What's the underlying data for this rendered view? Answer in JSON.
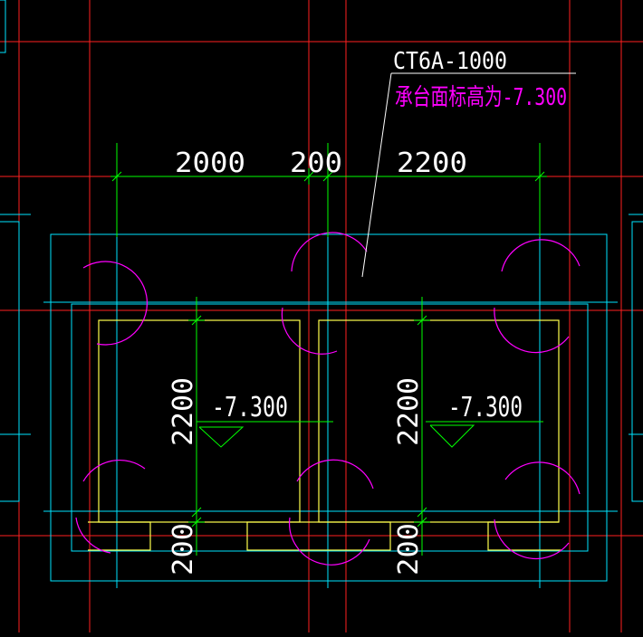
{
  "annotation": {
    "name": "CT6A-1000",
    "elevation_note": "承台面标高为-7.300"
  },
  "dimensions": {
    "top": [
      "2000",
      "200",
      "2200"
    ],
    "left_vertical": "2200",
    "left_bottom": "200",
    "right_vertical": "2200",
    "right_bottom": "200"
  },
  "levels": {
    "left": "-7.300",
    "right": "-7.300"
  },
  "colors": {
    "background": "#000000",
    "axis": "#ff2020",
    "outline": "#00e5ff",
    "pit": "#ffff4d",
    "pile": "#ff00ff",
    "dimension": "#00ff00",
    "text": "#ffffff",
    "note": "#ff00ff"
  }
}
